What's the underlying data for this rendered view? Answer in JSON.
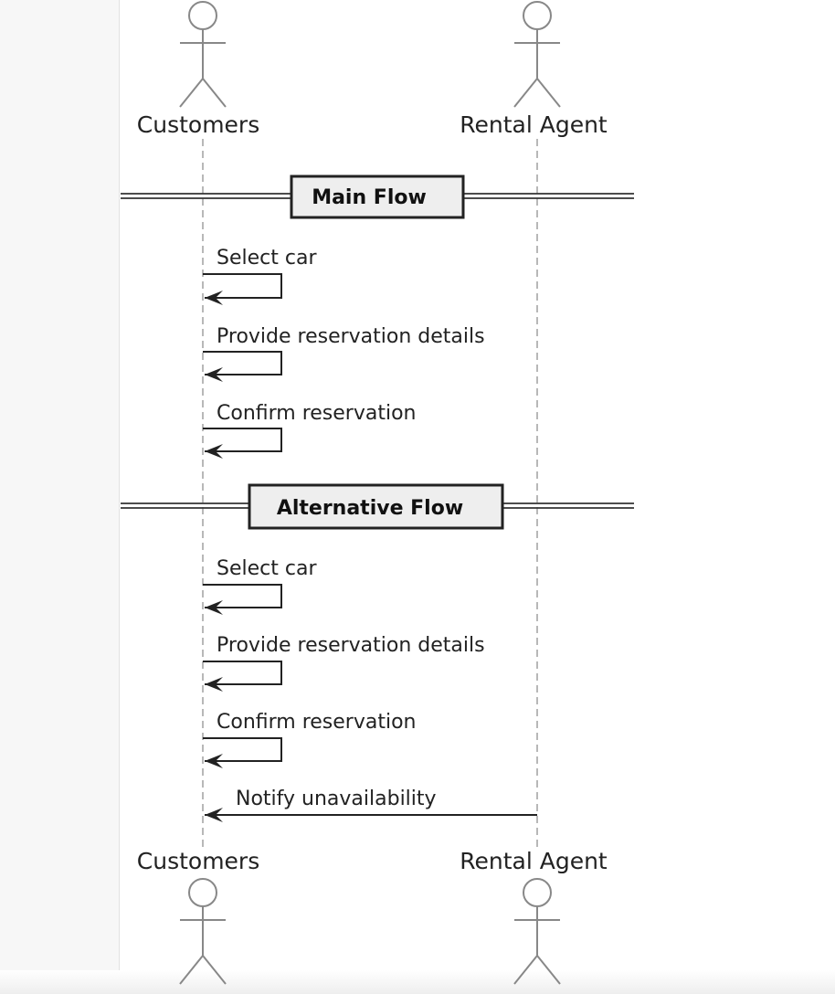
{
  "actors": {
    "customers": "Customers",
    "rental_agent": "Rental Agent"
  },
  "dividers": {
    "main": "Main Flow",
    "alternative": "Alternative Flow"
  },
  "main_flow": [
    "Select car",
    "Provide reservation details",
    "Confirm reservation"
  ],
  "alternative_flow": [
    "Select car",
    "Provide reservation details",
    "Confirm reservation"
  ],
  "notify": "Notify unavailability"
}
